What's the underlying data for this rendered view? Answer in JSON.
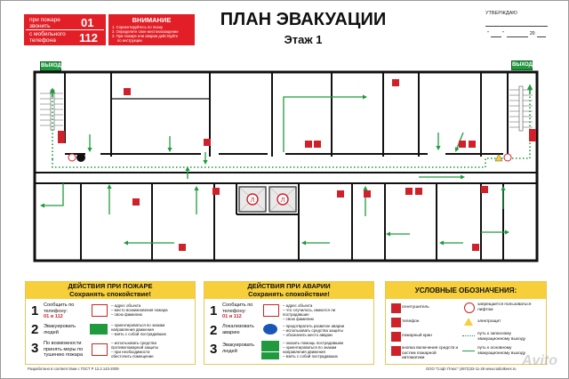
{
  "fire_box": {
    "line1": "при пожаре звонить",
    "num1": "01",
    "line2": "с мобильного телефона",
    "num2": "112"
  },
  "attention": {
    "title": "ВНИМАНИЕ",
    "items": [
      "1. Сориентируйтесь по плану",
      "2. Определите свое местонахождение",
      "3. При пожаре или аварии действуйте",
      "по инструкции"
    ]
  },
  "header": {
    "title": "ПЛАН ЭВАКУАЦИИ",
    "subtitle": "Этаж 1",
    "approve": "УТВЕРЖДАЮ",
    "date_quote": "\"",
    "date_year": "20"
  },
  "exits": {
    "left": "ВЫХОД",
    "right": "ВЫХОД"
  },
  "elevator_letter": "Л",
  "fire_actions": {
    "title": "ДЕЙСТВИЯ ПРИ ПОЖАРЕ",
    "subtitle": "Сохранять спокойствие!",
    "steps": [
      {
        "n": "1",
        "text": "Сообщить по телефону:",
        "hl": "01 и 112",
        "bullets": [
          "– адрес объекта",
          "– место возникновения пожара",
          "– свою фамилию"
        ]
      },
      {
        "n": "2",
        "text": "Эвакуировать людей",
        "hl": "",
        "bullets": [
          "– ориентироваться по знакам",
          "направления движения",
          "– взять с собой пострадавших"
        ]
      },
      {
        "n": "3",
        "text": "По возможности принять меры по тушению пожара",
        "hl": "",
        "bullets": [
          "– использовать средства",
          "противопожарной защиты",
          "– при необходимости",
          "обесточить помещение"
        ]
      }
    ]
  },
  "accident_actions": {
    "title": "ДЕЙСТВИЯ ПРИ АВАРИИ",
    "subtitle": "Сохранять спокойствие!",
    "steps": [
      {
        "n": "1",
        "text": "Сообщить по телефону:",
        "hl": "01 и 112",
        "bullets": [
          "– адрес объекта",
          "– что случилось, имеются ли",
          "пострадавшие",
          "– свою фамилию"
        ]
      },
      {
        "n": "2",
        "text": "Локализовать аварию",
        "hl": "",
        "bullets": [
          "– предотвратить развитие аварии",
          "– использовать средства защиты",
          "– обозначить место аварии"
        ]
      },
      {
        "n": "3",
        "text": "Эвакуировать людей",
        "hl": "",
        "bullets": [
          "– оказать помощь пострадавшим",
          "– ориентироваться по знакам",
          "направления движения",
          "– взять с собой пострадавших"
        ]
      }
    ]
  },
  "legend": {
    "title": "УСЛОВНЫЕ ОБОЗНАЧЕНИЯ:",
    "items": [
      "огнетушитель",
      "запрещается пользоваться лифтом",
      "телефон",
      "электрощит",
      "пожарный кран",
      "путь к запасному эвакуационному выходу",
      "кнопка включения средств и систем пожарной автоматики",
      "путь к основному эвакуационному выходу"
    ]
  },
  "footer": {
    "left": "Разработано в соответствии с ГОСТ Р 12.2.143-2009",
    "right": "ООО \"Софт Плюс\" (4872)33-11-26   www.radiotkees.ru"
  },
  "watermark": "Avito",
  "colors": {
    "red": "#e21f26",
    "green": "#1f9a3e",
    "yellow": "#f6cf3a",
    "wall": "#111111"
  }
}
